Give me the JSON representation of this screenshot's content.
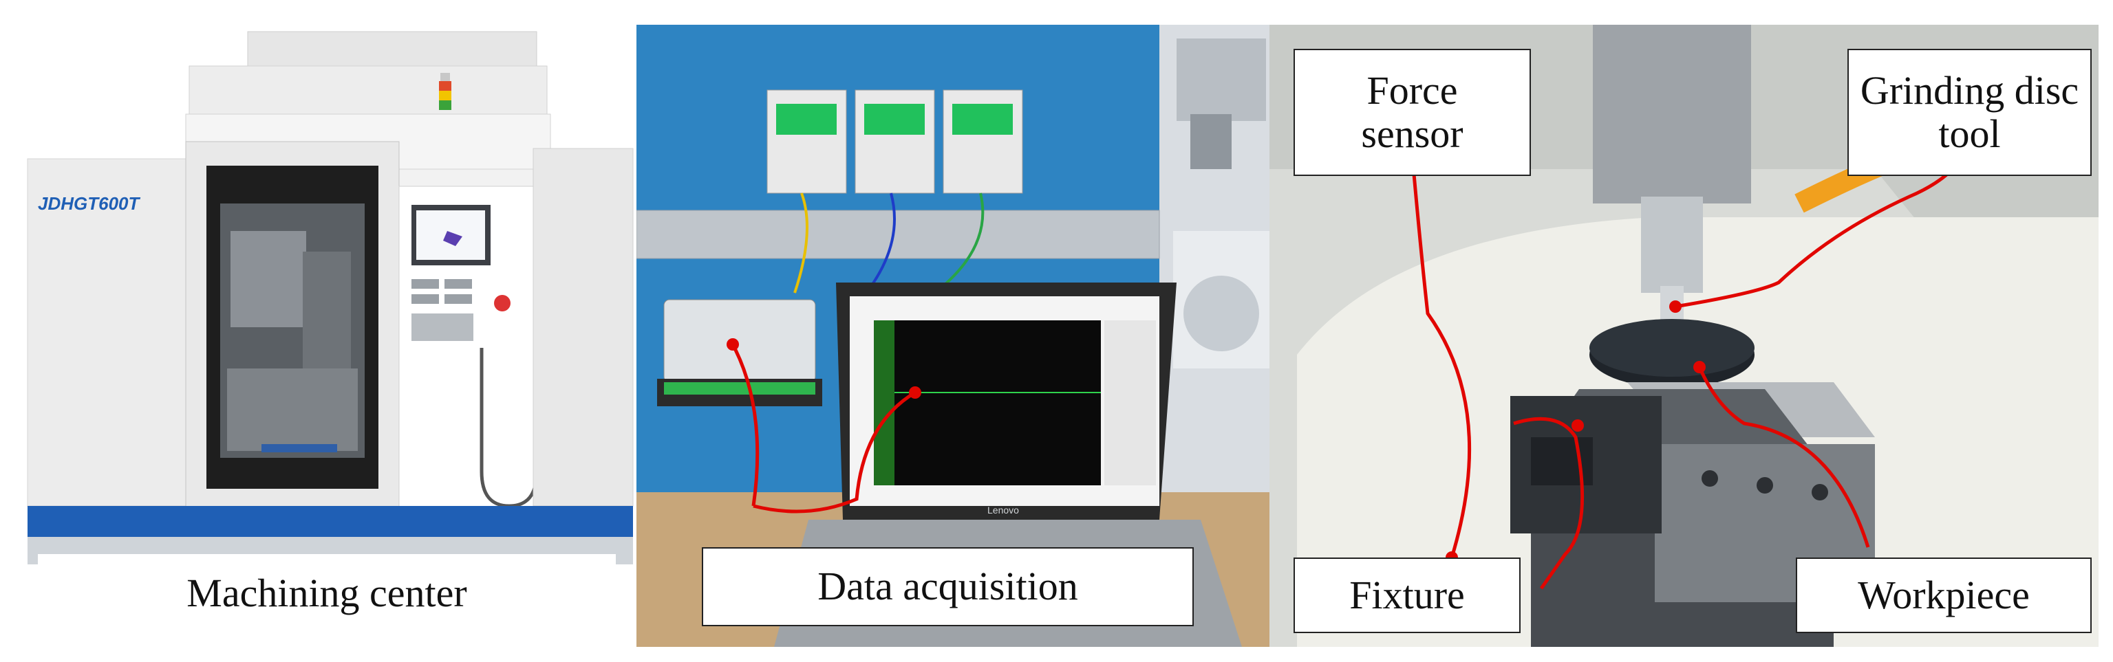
{
  "panels": {
    "machining": {
      "label": "Machining center",
      "machine_badge": "JDHGT600T"
    },
    "acquisition": {
      "label": "Data acquisition",
      "laptop_brand": "Lenovo"
    },
    "setup": {
      "labels": {
        "force_sensor": "Force\nsensor",
        "grinding_tool": "Grinding disc\ntool",
        "fixture": "Fixture",
        "workpiece": "Workpiece"
      }
    }
  },
  "colors": {
    "pointer": "#e10600",
    "machine_blue": "#1f5fb5",
    "wall_blue": "#2e84c2"
  }
}
